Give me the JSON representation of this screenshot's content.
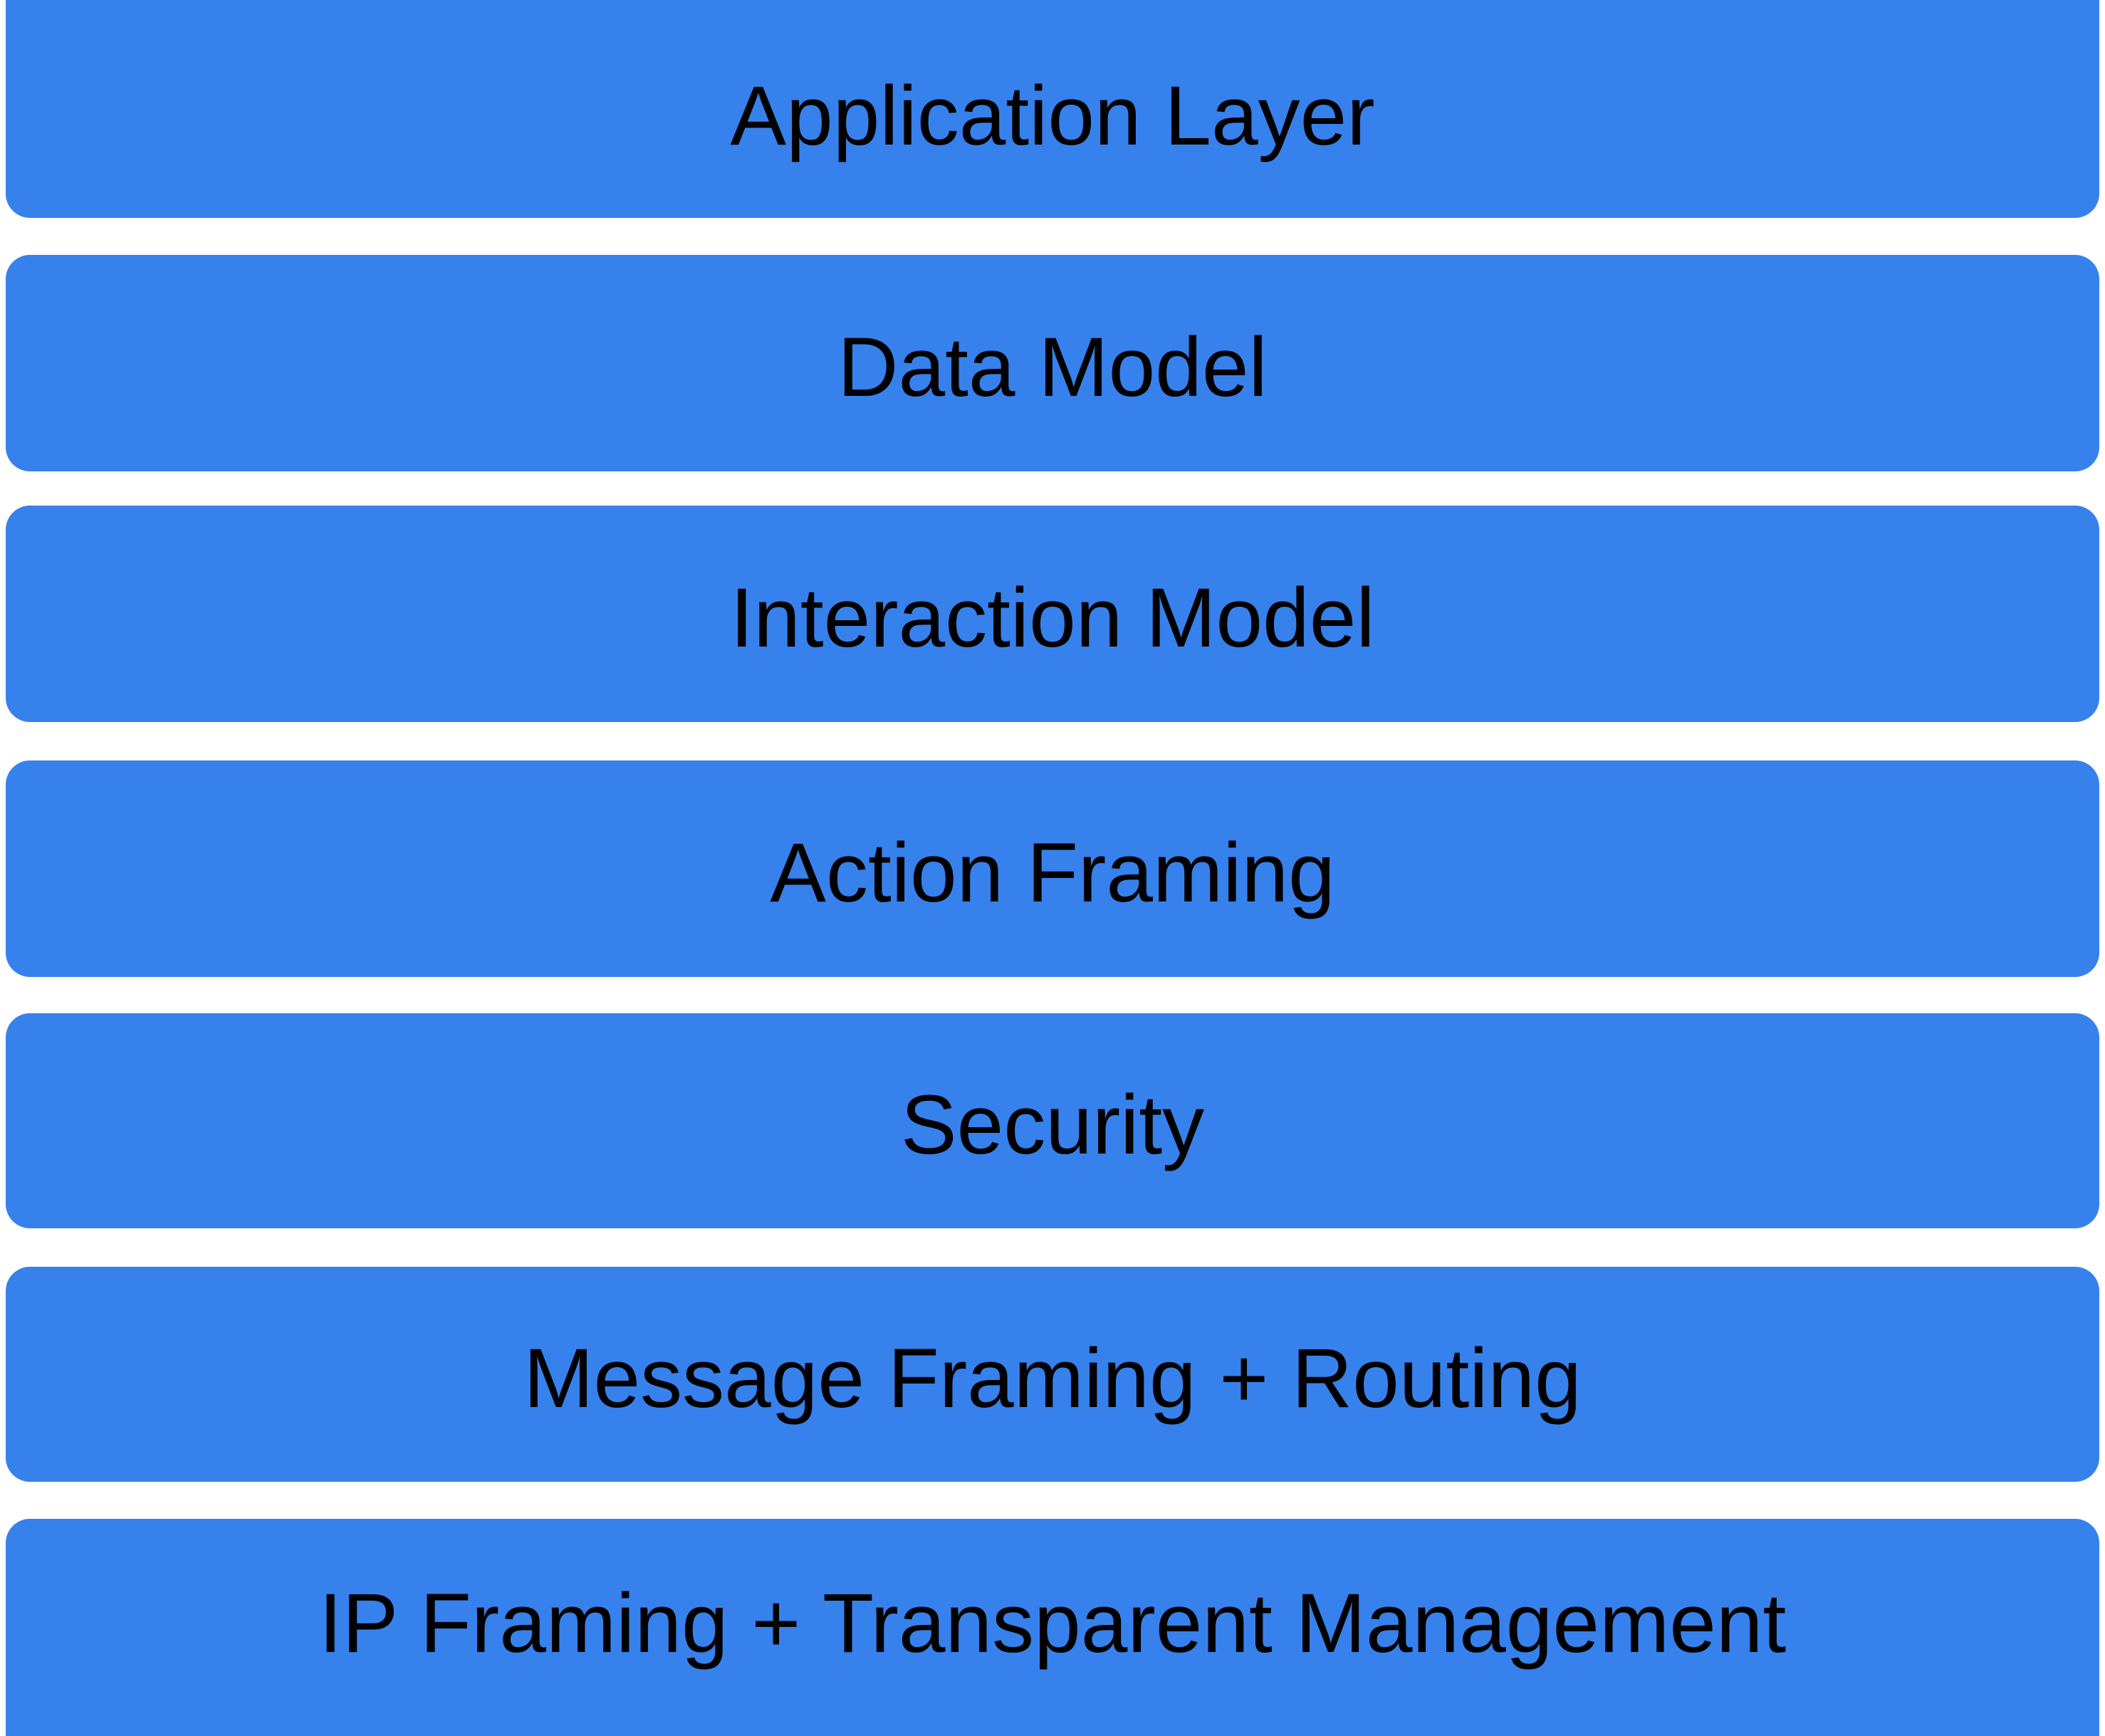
{
  "diagram": {
    "type": "protocol-layer-stack",
    "orientation": "vertical",
    "band_color": "#3681ec",
    "text_color": "#000000",
    "background_color": "#ffffff",
    "layers": [
      {
        "label": "Application Layer"
      },
      {
        "label": "Data Model"
      },
      {
        "label": "Interaction Model"
      },
      {
        "label": "Action Framing"
      },
      {
        "label": "Security"
      },
      {
        "label": "Message Framing + Routing"
      },
      {
        "label": "IP Framing + Transparent Management"
      }
    ]
  }
}
